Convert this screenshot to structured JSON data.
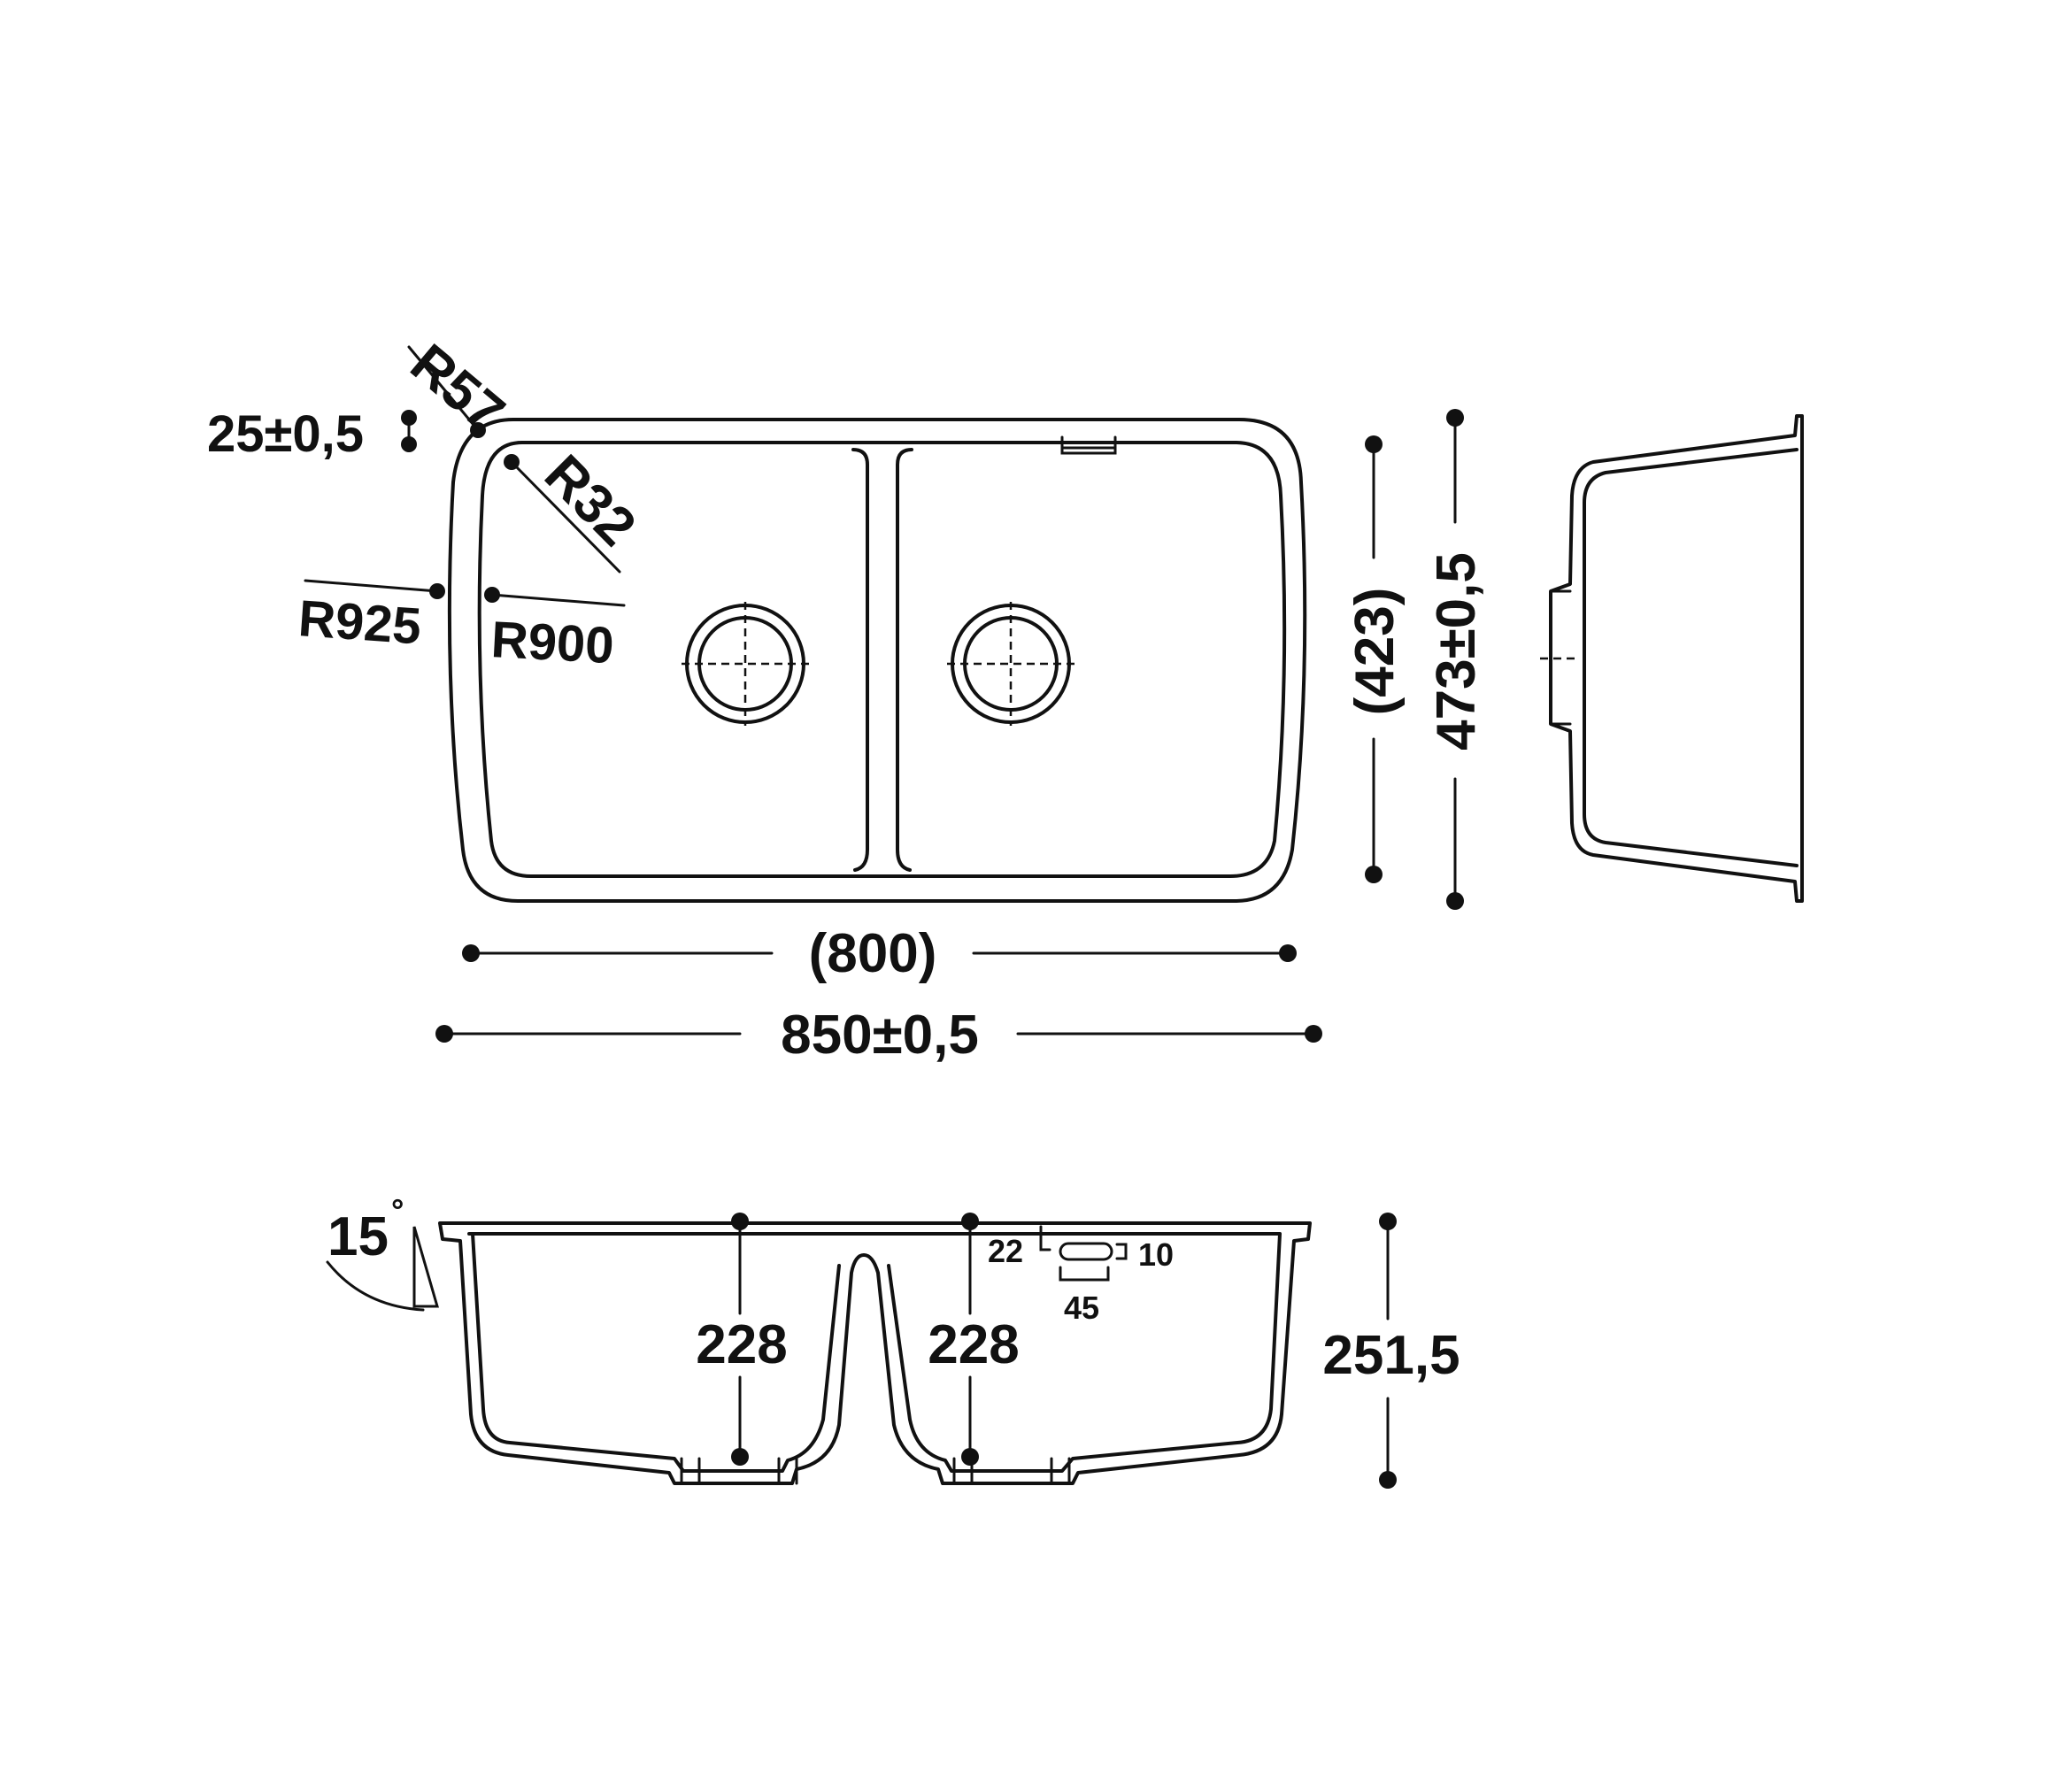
{
  "drawing": {
    "plan_view": {
      "corner_radius_outer": "R57",
      "corner_radius_inner": "R32",
      "rim_thickness": "25±0,5",
      "side_radius_outer": "R925",
      "side_radius_inner": "R900",
      "inner_width": "(800)",
      "outer_width": "850±0,5",
      "inner_depth": "(423)",
      "outer_depth": "473±0,5"
    },
    "section_view": {
      "wall_angle": "15",
      "degree_symbol": "°",
      "bowl_left_depth": "228",
      "bowl_right_depth": "228",
      "overall_height": "251,5",
      "overflow_offset": "22",
      "overflow_height": "10",
      "overflow_width": "45"
    },
    "colors": {
      "line": "#111111",
      "background": "#ffffff"
    }
  }
}
